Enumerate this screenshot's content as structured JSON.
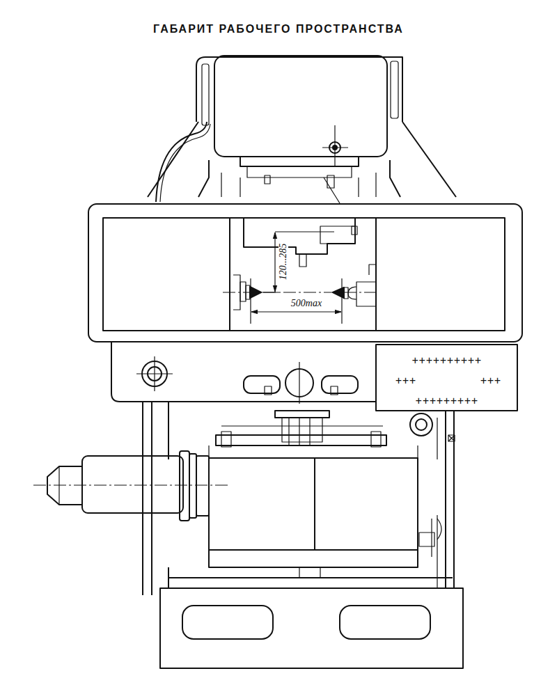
{
  "diagram": {
    "title": "ГАБАРИТ РАБОЧЕГО ПРОСТРАНСТВА",
    "labels": [
      "120...285",
      "500max",
      "++++++++++",
      "+++",
      "+++",
      "+++++++++"
    ]
  }
}
